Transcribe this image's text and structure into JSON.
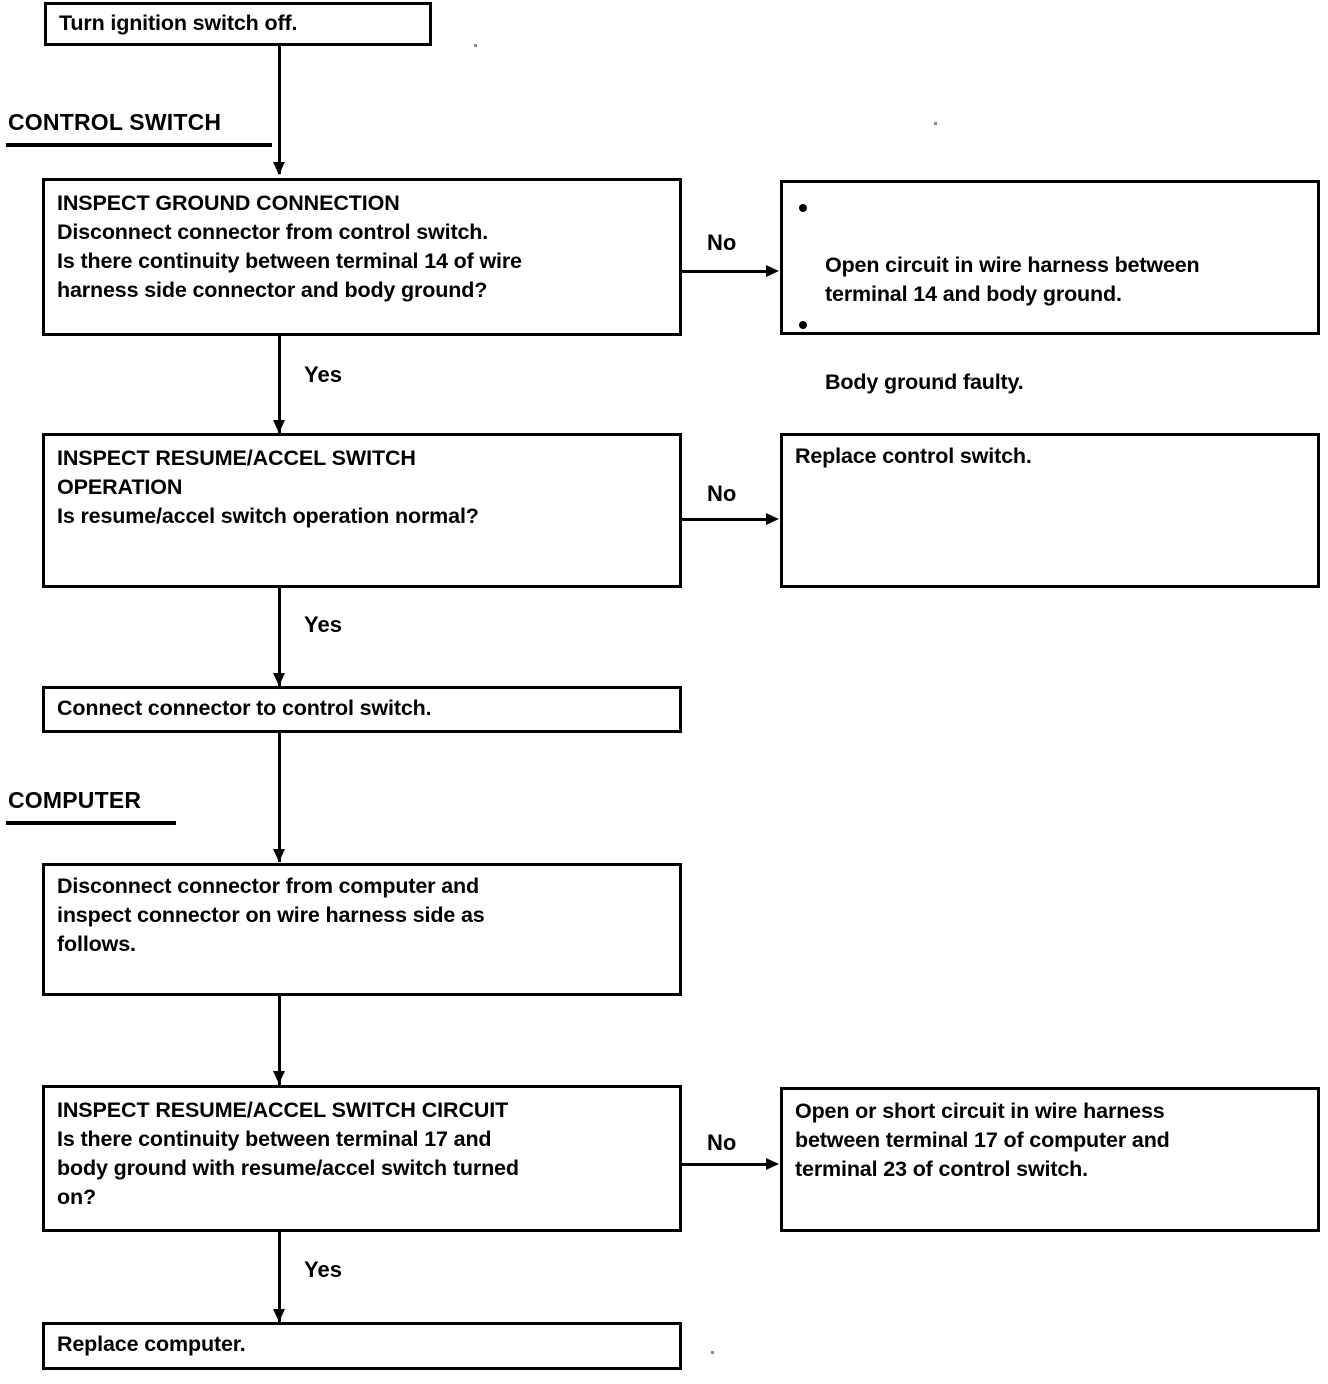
{
  "document": {
    "type": "troubleshooting-flowchart",
    "sections": [
      {
        "id": "control-switch",
        "label": "CONTROL SWITCH"
      },
      {
        "id": "computer",
        "label": "COMPUTER"
      }
    ]
  },
  "nodes": {
    "start": {
      "text": "Turn ignition switch off."
    },
    "inspect_ground": {
      "title": "INSPECT GROUND CONNECTION",
      "body": "Disconnect connector from control switch.\nIs there continuity between terminal 14 of wire\nharness side connector and body ground?"
    },
    "ground_fault": {
      "bullets": [
        "Open circuit in wire harness between\nterminal 14 and body ground.",
        "Body ground faulty."
      ]
    },
    "inspect_resume_operation": {
      "title": "INSPECT RESUME/ACCEL SWITCH\nOPERATION",
      "body": "Is resume/accel switch operation normal?"
    },
    "replace_control_switch": {
      "text": "Replace control switch."
    },
    "connect_connector": {
      "text": "Connect connector to control switch."
    },
    "disconnect_computer": {
      "text": "Disconnect connector from computer and\ninspect connector on wire harness side as\nfollows."
    },
    "inspect_resume_circuit": {
      "title": "INSPECT RESUME/ACCEL SWITCH CIRCUIT",
      "body": "Is there continuity between terminal 17 and\nbody ground with resume/accel switch turned\non?"
    },
    "circuit_fault": {
      "text": "Open or short circuit in wire harness\nbetween terminal 17 of computer and\nterminal 23 of control switch."
    },
    "replace_computer": {
      "text": "Replace computer."
    }
  },
  "edges": {
    "no_1": "No",
    "no_2": "No",
    "no_3": "No",
    "yes_1": "Yes",
    "yes_2": "Yes",
    "yes_3": "Yes"
  },
  "colors": {
    "ink": "#000000",
    "paper": "#ffffff"
  }
}
